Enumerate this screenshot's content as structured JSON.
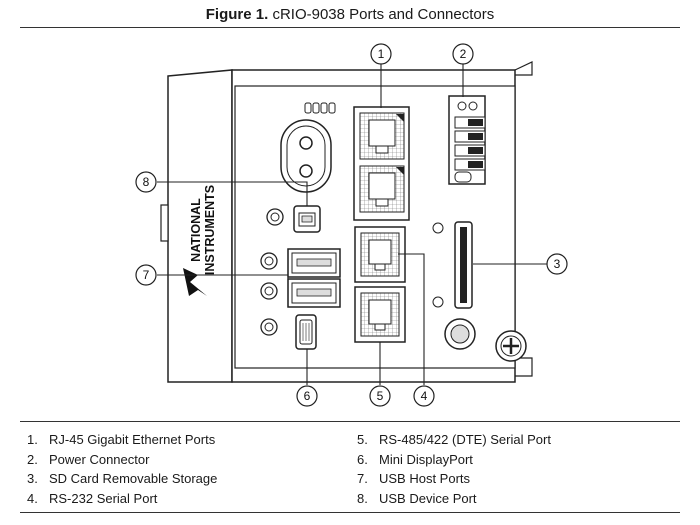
{
  "figure": {
    "label": "Figure 1.",
    "caption": "cRIO-9038 Ports and Connectors"
  },
  "brand": {
    "line1": "NATIONAL",
    "line2": "INSTRUMENTS"
  },
  "callouts": [
    {
      "id": "1",
      "label": "1"
    },
    {
      "id": "2",
      "label": "2"
    },
    {
      "id": "3",
      "label": "3"
    },
    {
      "id": "4",
      "label": "4"
    },
    {
      "id": "5",
      "label": "5"
    },
    {
      "id": "6",
      "label": "6"
    },
    {
      "id": "7",
      "label": "7"
    },
    {
      "id": "8",
      "label": "8"
    }
  ],
  "legend": {
    "left": [
      {
        "num": "1.",
        "text": "RJ-45 Gigabit Ethernet Ports"
      },
      {
        "num": "2.",
        "text": "Power Connector"
      },
      {
        "num": "3.",
        "text": "SD Card Removable Storage"
      },
      {
        "num": "4.",
        "text": "RS-232 Serial Port"
      }
    ],
    "right": [
      {
        "num": "5.",
        "text": "RS-485/422 (DTE) Serial Port"
      },
      {
        "num": "6.",
        "text": "Mini DisplayPort"
      },
      {
        "num": "7.",
        "text": "USB Host Ports"
      },
      {
        "num": "8.",
        "text": "USB Device Port"
      }
    ]
  }
}
